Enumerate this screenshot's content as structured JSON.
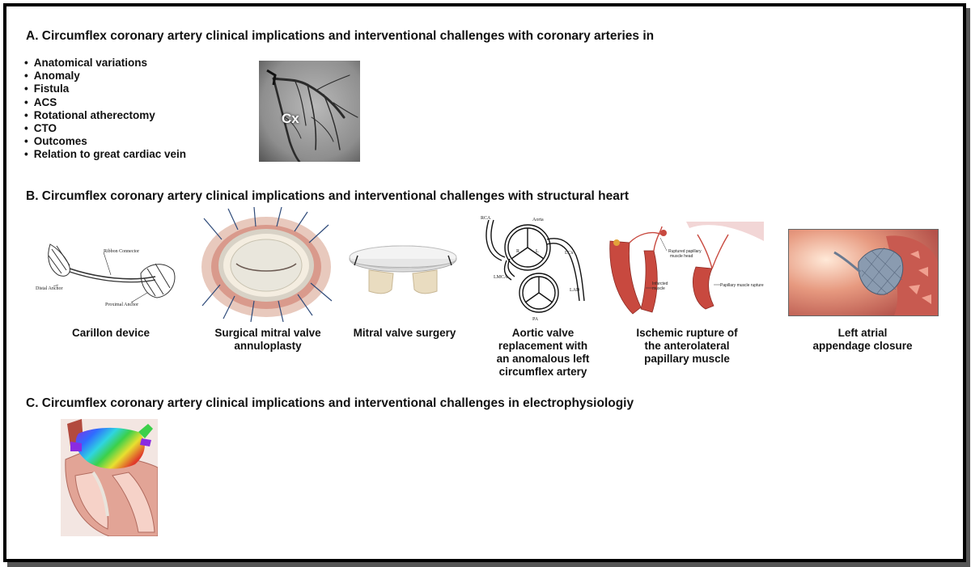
{
  "section_a": {
    "heading": "A. Circumflex coronary artery clinical implications and interventional challenges with coronary arteries  in",
    "items": [
      "Anatomical variations",
      "Anomaly",
      "Fistula",
      "ACS",
      "Rotational atherectomy",
      "CTO",
      "Outcomes",
      "Relation to great cardiac vein"
    ],
    "angiogram_label": "Cx"
  },
  "section_b": {
    "heading": "B. Circumflex coronary artery clinical implications and interventional challenges with structural heart",
    "panels": [
      {
        "caption_lines": [
          "Carillon device"
        ],
        "labels": {
          "ribbon": "Ribbon Connector",
          "distal": "Distal Anchor",
          "proximal": "Proximal Anchor"
        }
      },
      {
        "caption_lines": [
          "Surgical mitral valve",
          "annuloplasty"
        ]
      },
      {
        "caption_lines": [
          "Mitral valve surgery"
        ]
      },
      {
        "caption_lines": [
          "Aortic valve",
          "replacement with",
          "an anomalous left",
          "circumflex artery"
        ],
        "labels": {
          "rca": "RCA",
          "aorta": "Aorta",
          "r": "R",
          "l": "L",
          "lcx": "LCx",
          "lmca": "LMCA",
          "lad": "LAD",
          "pa": "PA"
        }
      },
      {
        "caption_lines": [
          "Ischemic rupture of",
          "the anterolateral",
          "papillary muscle"
        ],
        "labels": {
          "ruptured1": "Ruptured papillary",
          "ruptured2": "muscle head",
          "infarcted1": "Infarcted",
          "infarcted2": "muscle",
          "rupture": "Papillary muscle rupture"
        }
      },
      {
        "caption_lines": [
          "Left atrial",
          "appendage closure"
        ]
      }
    ]
  },
  "section_c": {
    "heading": "C. Circumflex coronary artery clinical implications and interventional challenges in electrophysiologiy"
  }
}
